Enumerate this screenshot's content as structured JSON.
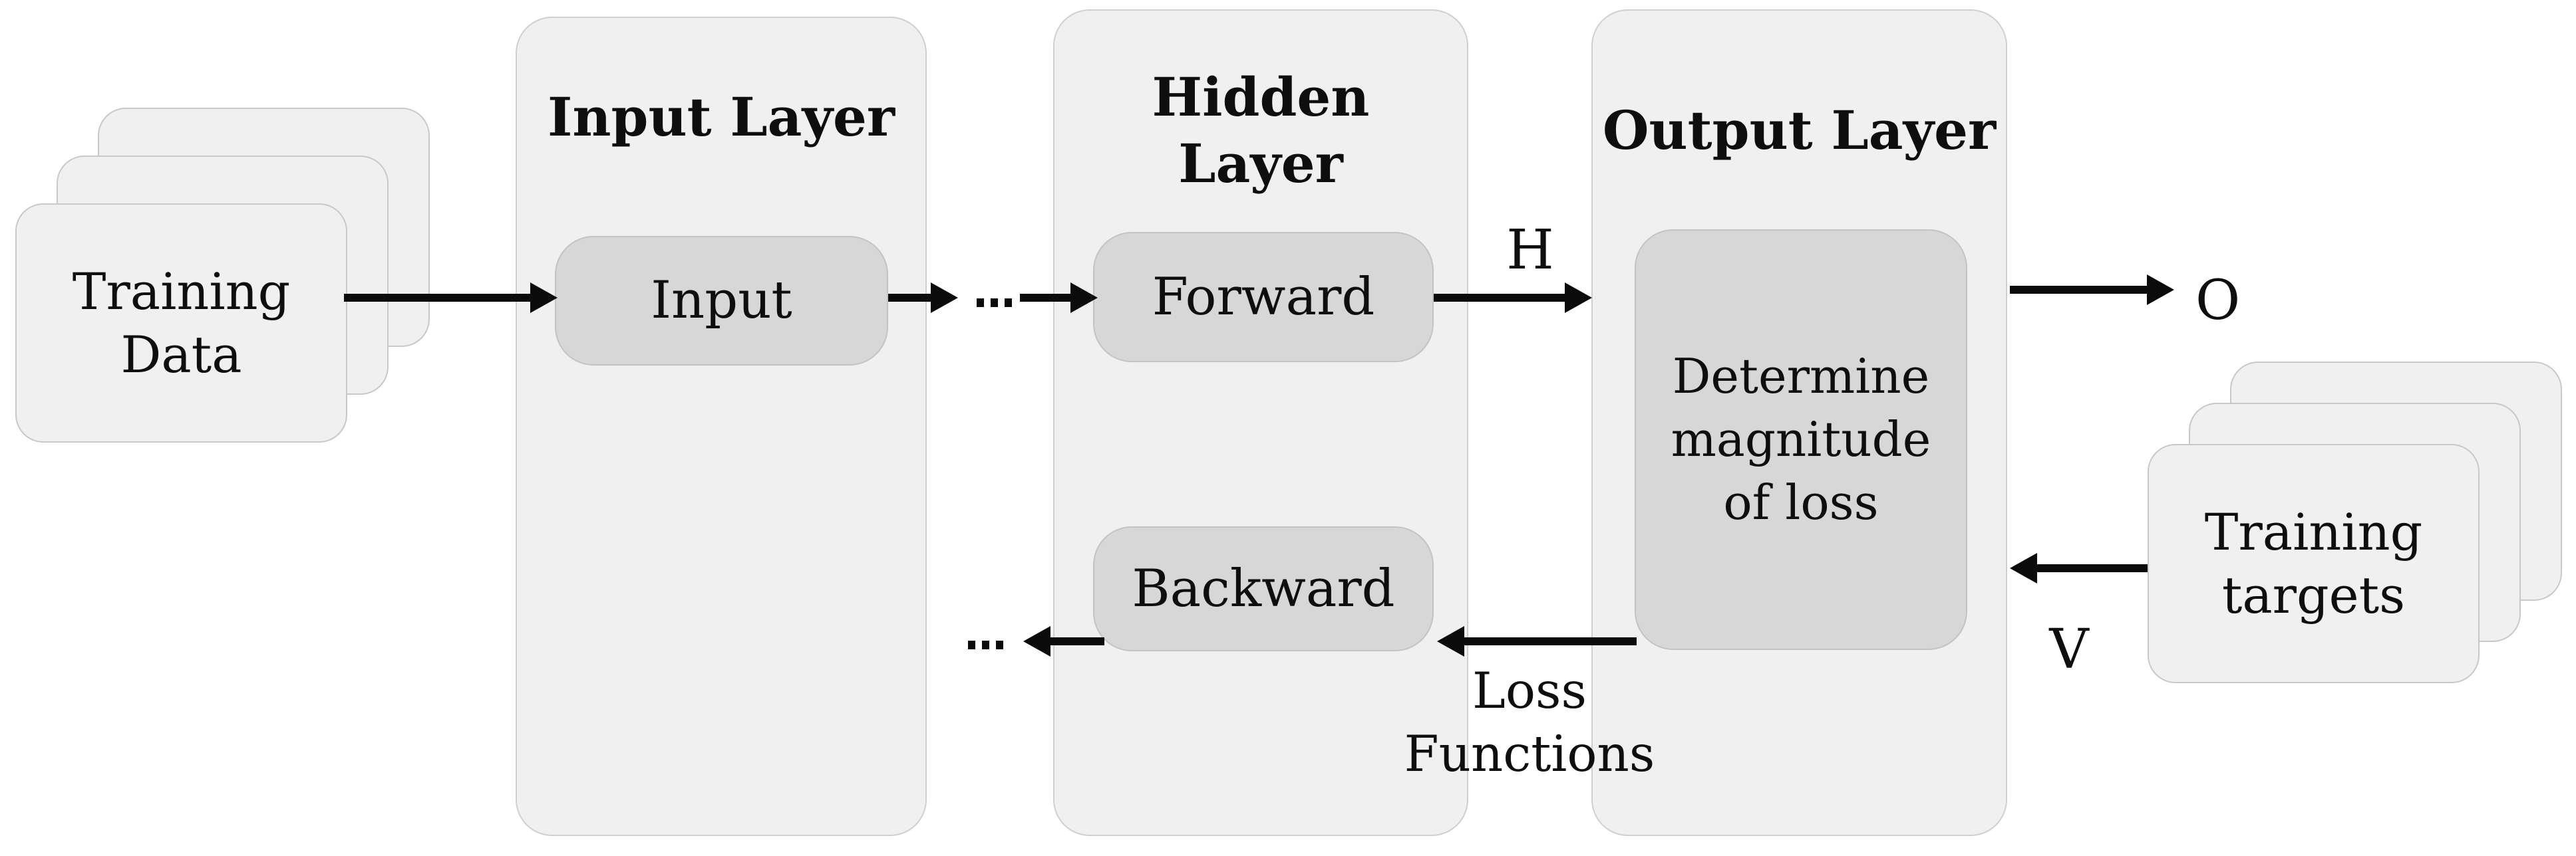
{
  "diagram": {
    "colors": {
      "panel_fill": "#f0f0f0",
      "panel_border": "#cfcfcf",
      "box_fill": "#d7d7d7",
      "box_border": "#c3c3c3",
      "card_fill": "#f0f0f0",
      "card_border": "#c8c8c8",
      "arrow_color": "#0b0b0b",
      "text_color": "#0e0e0e",
      "bg": "#ffffff"
    },
    "stacks": {
      "training_data": {
        "label": "Training Data"
      },
      "training_targets": {
        "label": "Training targets"
      }
    },
    "panels": [
      {
        "id": "input",
        "title": "Input Layer"
      },
      {
        "id": "hidden",
        "title": "Hidden Layer"
      },
      {
        "id": "output",
        "title": "Output Layer"
      }
    ],
    "boxes": {
      "input": {
        "label": "Input"
      },
      "forward": {
        "label": "Forward"
      },
      "backward": {
        "label": "Backward"
      },
      "determine": {
        "label": "Determine magnitude of loss"
      }
    },
    "labels": {
      "hidden_signal": "H",
      "output_signal": "O",
      "target_signal": "V",
      "loss": "Loss Functions",
      "ellipsis": "..."
    }
  }
}
